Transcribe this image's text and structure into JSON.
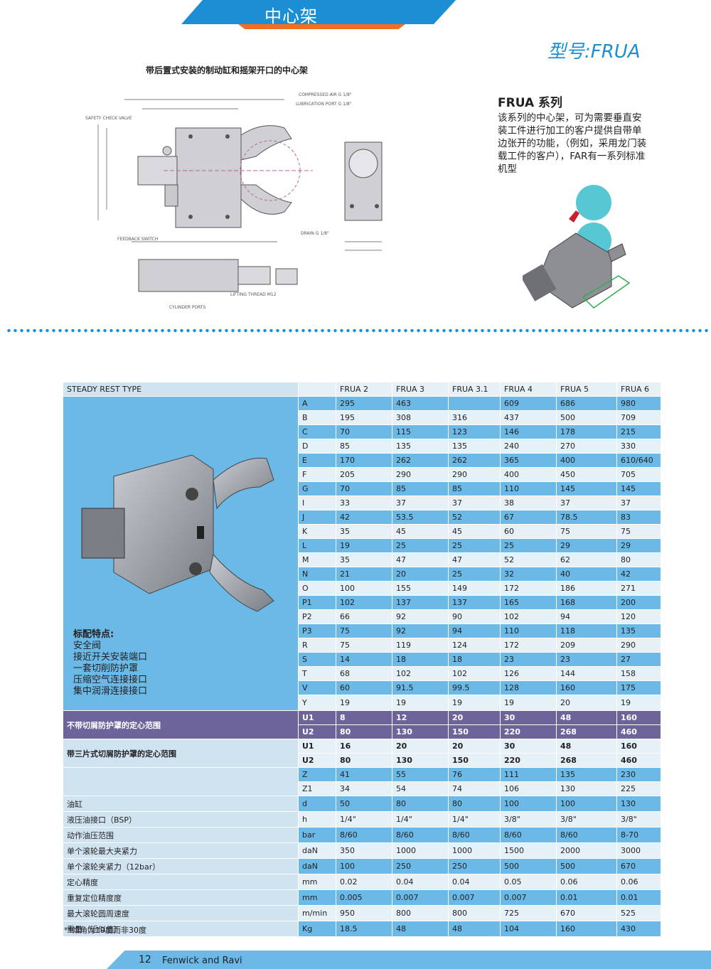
{
  "header": {
    "title": "中心架"
  },
  "model": "型号:FRUA",
  "drawing": {
    "title": "带后置式安装的制动缸和摇架开口的中心架",
    "labels": {
      "compressed_air": "COMPRESSED AIR G 1/8\"",
      "lubrication_port": "LUBRICATION PORT G 1/8\"",
      "safety_valve": "SAFETY CHECK VALVE",
      "feedback_switch": "FEEDBACK SWITCH",
      "drain": "DRAIN G 1/8\"",
      "lifting_thread": "LIFTING THREAD M12",
      "cylinder_ports": "CYLINDER PORTS"
    }
  },
  "series": {
    "title": "FRUA 系列",
    "description": "该系列的中心架，可为需要垂直安装工件进行加工的客户提供自带单边张开的功能，（例如，采用龙门装载工件的客户），FAR有一系列标准机型"
  },
  "table": {
    "type_label": "STEADY REST TYPE",
    "models": [
      "FRUA 2",
      "FRUA 3",
      "FRUA 3.1",
      "FRUA 4",
      "FRUA 5",
      "FRUA 6"
    ],
    "dims": [
      {
        "k": "A",
        "v": [
          "295",
          "463",
          "",
          "609",
          "686",
          "980"
        ]
      },
      {
        "k": "B",
        "v": [
          "195",
          "308",
          "316",
          "437",
          "500",
          "709"
        ]
      },
      {
        "k": "C",
        "v": [
          "70",
          "115",
          "123",
          "146",
          "178",
          "215"
        ]
      },
      {
        "k": "D",
        "v": [
          "85",
          "135",
          "135",
          "240",
          "270",
          "330"
        ]
      },
      {
        "k": "E",
        "v": [
          "170",
          "262",
          "262",
          "365",
          "400",
          "610/640"
        ]
      },
      {
        "k": "F",
        "v": [
          "205",
          "290",
          "290",
          "400",
          "450",
          "705"
        ]
      },
      {
        "k": "G",
        "v": [
          "70",
          "85",
          "85",
          "110",
          "145",
          "145"
        ]
      },
      {
        "k": "I",
        "v": [
          "33",
          "37",
          "37",
          "38",
          "37",
          "37"
        ]
      },
      {
        "k": "J",
        "v": [
          "42",
          "53.5",
          "52",
          "67",
          "78.5",
          "83"
        ]
      },
      {
        "k": "K",
        "v": [
          "35",
          "45",
          "45",
          "60",
          "75",
          "75"
        ]
      },
      {
        "k": "L",
        "v": [
          "19",
          "25",
          "25",
          "25",
          "29",
          "29"
        ]
      },
      {
        "k": "M",
        "v": [
          "35",
          "47",
          "47",
          "52",
          "62",
          "80"
        ]
      },
      {
        "k": "N",
        "v": [
          "21",
          "20",
          "25",
          "32",
          "40",
          "42"
        ]
      },
      {
        "k": "O",
        "v": [
          "100",
          "155",
          "149",
          "172",
          "186",
          "271"
        ]
      },
      {
        "k": "P1",
        "v": [
          "102",
          "137",
          "137",
          "165",
          "168",
          "200"
        ]
      },
      {
        "k": "P2",
        "v": [
          "66",
          "92",
          "90",
          "102",
          "94",
          "120"
        ]
      },
      {
        "k": "P3",
        "v": [
          "75",
          "92",
          "94",
          "110",
          "118",
          "135"
        ]
      },
      {
        "k": "R",
        "v": [
          "75",
          "119",
          "124",
          "172",
          "209",
          "290"
        ]
      },
      {
        "k": "S",
        "v": [
          "14",
          "18",
          "18",
          "23",
          "23",
          "27"
        ]
      },
      {
        "k": "T",
        "v": [
          "68",
          "102",
          "102",
          "126",
          "144",
          "158"
        ]
      },
      {
        "k": "V",
        "v": [
          "60",
          "91.5",
          "99.5",
          "128",
          "160",
          "175"
        ]
      },
      {
        "k": "Y",
        "v": [
          "19",
          "19",
          "19",
          "19",
          "20",
          "19"
        ]
      }
    ],
    "features_title": "标配特点:",
    "features": [
      "安全阀",
      "接近开关安装端口",
      "一套切削防护罩",
      "压缩空气连接接口",
      "集中润滑连接接口"
    ],
    "range_no_guard": {
      "label": "不带切屑防护罩的定心范围",
      "rows": [
        {
          "k": "U1",
          "v": [
            "8",
            "12",
            "20",
            "30",
            "48",
            "160"
          ]
        },
        {
          "k": "U2",
          "v": [
            "80",
            "130",
            "150",
            "220",
            "268",
            "460"
          ]
        }
      ]
    },
    "range_guard": {
      "label": "带三片式切屑防护罩的定心范围",
      "rows": [
        {
          "k": "U1",
          "v": [
            "16",
            "20",
            "20",
            "30",
            "48",
            "160"
          ]
        },
        {
          "k": "U2",
          "v": [
            "80",
            "130",
            "150",
            "220",
            "268",
            "460"
          ]
        }
      ]
    },
    "z_rows": [
      {
        "k": "Z",
        "v": [
          "41",
          "55",
          "76",
          "111",
          "135",
          "230"
        ]
      },
      {
        "k": "Z1",
        "v": [
          "34",
          "54",
          "74",
          "106",
          "130",
          "225"
        ]
      }
    ],
    "specs": [
      {
        "label": "油缸",
        "k": "d",
        "v": [
          "50",
          "80",
          "80",
          "100",
          "100",
          "130"
        ]
      },
      {
        "label": "液压油接口（BSP）",
        "k": "h",
        "v": [
          "1/4\"",
          "1/4\"",
          "1/4\"",
          "3/8\"",
          "3/8\"",
          "3/8\""
        ]
      },
      {
        "label": "动作油压范围",
        "k": "bar",
        "v": [
          "8/60",
          "8/60",
          "8/60",
          "8/60",
          "8/60",
          "8-70"
        ]
      },
      {
        "label": "单个滚轮最大夹紧力",
        "k": "daN",
        "v": [
          "350",
          "1000",
          "1000",
          "1500",
          "2000",
          "3000"
        ]
      },
      {
        "label": "单个滚轮夹紧力（12bar）",
        "k": "daN",
        "v": [
          "100",
          "250",
          "250",
          "500",
          "500",
          "670"
        ]
      },
      {
        "label": "定心精度",
        "k": "mm",
        "v": [
          "0.02",
          "0.04",
          "0.04",
          "0.05",
          "0.06",
          "0.06"
        ]
      },
      {
        "label": "重复定位精度度",
        "k": "mm",
        "v": [
          "0.005",
          "0.007",
          "0.007",
          "0.007",
          "0.01",
          "0.01"
        ]
      },
      {
        "label": "最大滚轮圆周速度",
        "k": "m/min",
        "v": [
          "950",
          "800",
          "800",
          "725",
          "670",
          "525"
        ]
      },
      {
        "label": "重量（近似值）",
        "k": "Kg",
        "v": [
          "18.5",
          "48",
          "48",
          "104",
          "160",
          "430"
        ]
      }
    ]
  },
  "note": "**倾角为19度而非30度",
  "footer": {
    "page": "12",
    "brand": "Fenwick and Ravi"
  },
  "colors": {
    "brand_blue": "#1c8fd4",
    "orange": "#f26f21",
    "table_blue": "#6ab9e7",
    "table_light": "#e5f0f7",
    "purple": "#6e649c"
  }
}
